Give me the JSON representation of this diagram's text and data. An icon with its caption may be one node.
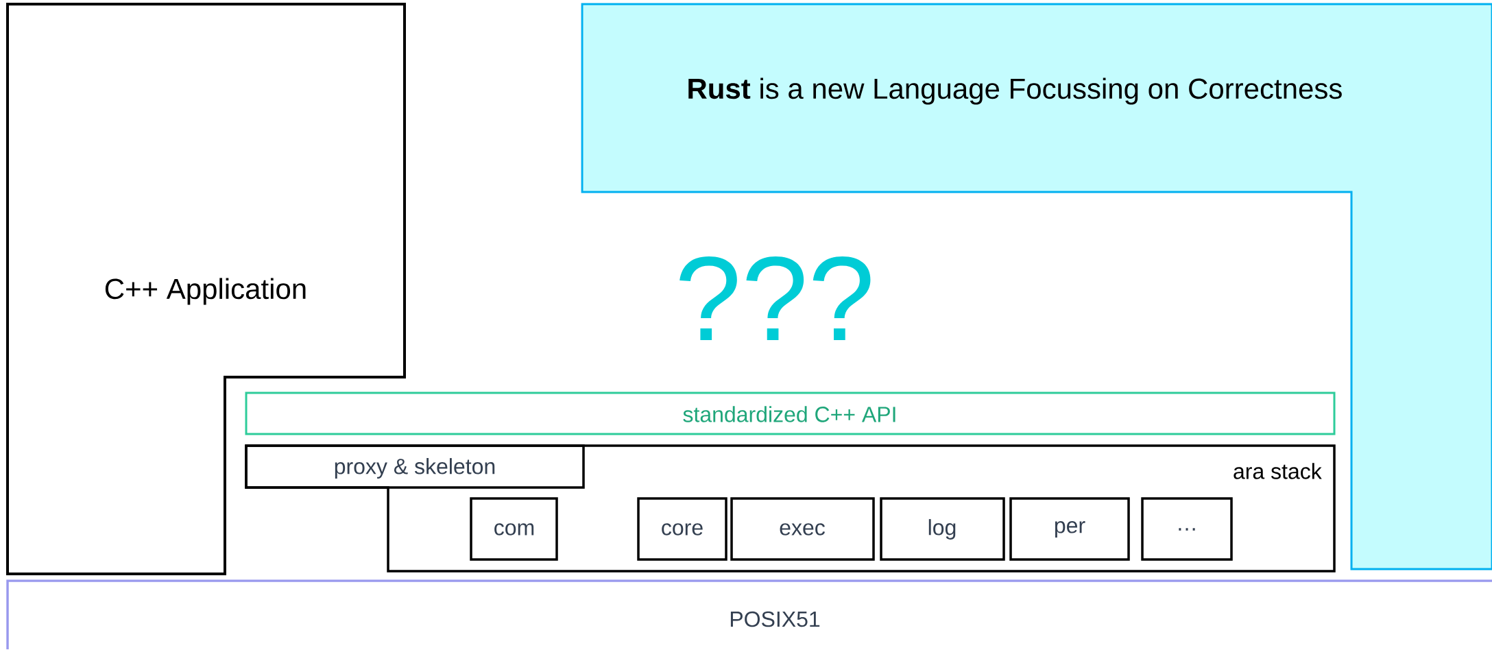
{
  "diagram": {
    "nodes": [
      {
        "text": [
          "C++ Application"
        ]
      },
      {
        "text": [
          "**Rust** is a new Language Focussing on Correctness"
        ]
      },
      {
        "text": [
          "standardized C++ API"
        ]
      },
      {
        "text": [
          "ara stack"
        ]
      },
      {
        "text": [
          "proxy & skeleton"
        ],
        "in": 3
      },
      {
        "text": [
          "com"
        ],
        "in": 3
      },
      {
        "text": [
          "core"
        ],
        "in": 3
      },
      {
        "text": [
          "exec"
        ],
        "in": 3
      },
      {
        "text": [
          "log"
        ],
        "in": 3
      },
      {
        "text": [
          "per"
        ],
        "in": 3
      },
      {
        "text": [
          "…"
        ],
        "in": 3
      },
      {
        "text": [
          "POSIX51"
        ]
      }
    ],
    "labels": [
      "???"
    ]
  }
}
